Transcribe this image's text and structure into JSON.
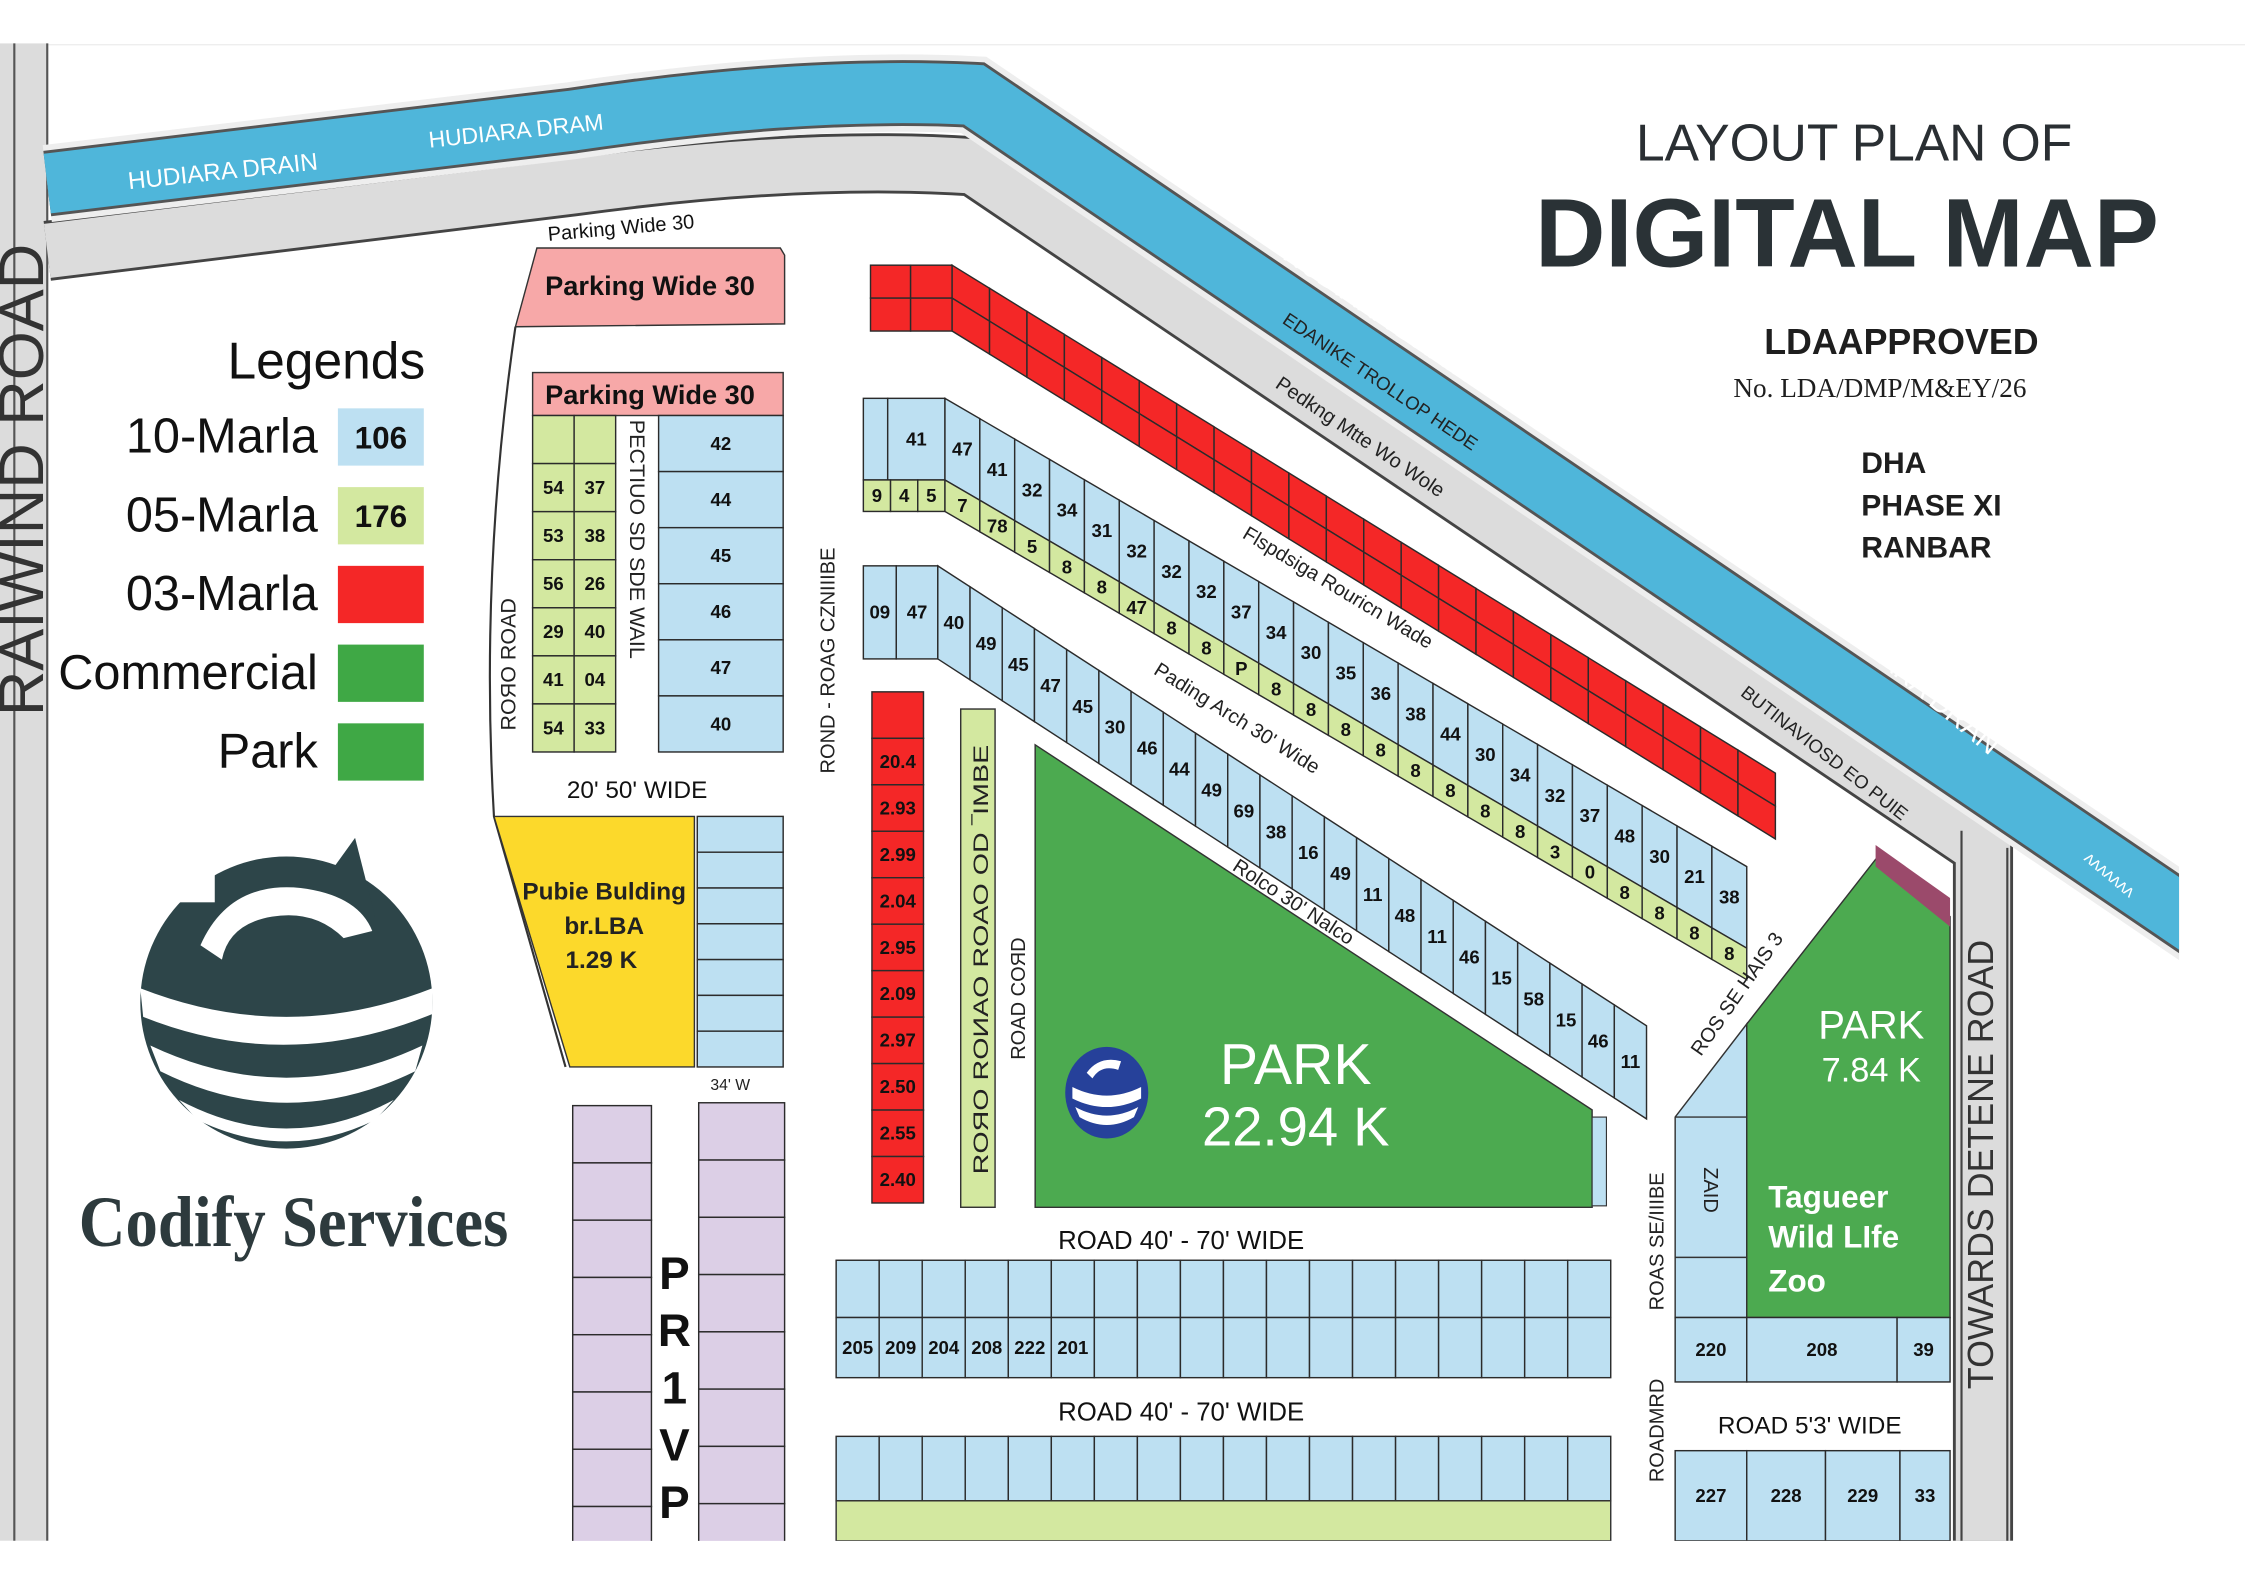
{
  "title": {
    "line1": "LAYOUT PLAN OF",
    "line2": "DIGITAL MAP",
    "approval": "LDAAPPROVED",
    "approval_no": "No. LDA/DMP/M&EY/26",
    "location": [
      "DHA",
      "PHASE XI",
      "RANBAR"
    ]
  },
  "legend": {
    "heading": "Legends",
    "items": [
      {
        "label": "10-Marla",
        "count": "106",
        "color": "#bde0f2"
      },
      {
        "label": "05-Marla",
        "count": "176",
        "color": "#d3e8a0"
      },
      {
        "label": "03-Marla",
        "count": "",
        "color": "#f42727"
      },
      {
        "label": "Commercial",
        "count": "",
        "color": "#3fa845"
      },
      {
        "label": "Park",
        "count": "",
        "color": "#3fa845"
      }
    ]
  },
  "brand": {
    "name": "Codify Services"
  },
  "colors": {
    "drain": "#4fb6da",
    "road": "#dcdcdc",
    "plot_10_marla": "#bde0f2",
    "plot_05_marla": "#d3e8a0",
    "plot_03_marla": "#f42727",
    "park": "#4caa50",
    "parking": "#f7a8a8",
    "public_building": "#fcd92b",
    "private": "#dccfe6",
    "boundary_strip": "#9b4a6b"
  },
  "roads": {
    "raiwind": "RAIWIND ROAD",
    "towards": "TOWARDS DETENE ROAD",
    "drain_labels": [
      "HUDIARA DRAIN",
      "HUDIARA DRAM",
      "HUDIARA DRAIN",
      "H UARA DRAN",
      "ᴧᴧᴧᴧᴧᴧᴧ"
    ],
    "parking_wide_top": "Parking Wide 30",
    "road_labels": {
      "r1": "EDANIKE TROLLOP HEDE",
      "r2": "Pedkng Mtte Wo Wole",
      "r3": "Flspdsiga Rouricn Wade",
      "r4": "Pading Arch 30' Wide",
      "r5": "Rolco 30' Nalco",
      "r6": "BUTINAVIOSD EO PUIE",
      "r7": "ROS SE HAIS 3",
      "left_road": "ROЯO ROAD",
      "left_mid": "PECTIUO SD SDE WAIL",
      "wide_50": "20'   50' WIDE",
      "w34": "34' W",
      "center_v": "ROND - ROAG CZNIIIBE",
      "green_v": "ROЯO ROИAO ROAO OD ‾IMBE",
      "road_cord": "ROAD COЯD",
      "road_40_70_a": "ROAD  40' - 70' WIDE",
      "road_40_70_b": "ROAD 40' - 70' WIDE",
      "right_v1": "ROAS SE/IIIBE",
      "right_v2": "ROADMRD",
      "road_53": "ROAD  5'3' WIDE"
    }
  },
  "blocks": {
    "parking_top": "Parking Wide 30",
    "parking_second": "Parking Wide 30",
    "left_green": [
      [
        "",
        ""
      ],
      [
        "54",
        "37"
      ],
      [
        "53",
        "38"
      ],
      [
        "56",
        "26"
      ],
      [
        "29",
        "40"
      ],
      [
        "41",
        "04"
      ],
      [
        "54",
        "33"
      ]
    ],
    "left_blue": [
      "42",
      "44",
      "45",
      "46",
      "47",
      "40"
    ],
    "public_building": {
      "line1": "Pubie Bulding",
      "line2": "br.LBA",
      "area": "1.29 K"
    },
    "private_letters": [
      "P",
      "R",
      "1",
      "V",
      "P"
    ],
    "red_column": [
      "",
      "20.4",
      "2.93",
      "2.99",
      "2.04",
      "2.95",
      "2.09",
      "2.97",
      "2.50",
      "2.55",
      "2.40"
    ],
    "park_main": {
      "label": "PARK",
      "area": "22.94 K"
    },
    "park_right": {
      "label": "PARK",
      "area": "7.84 K",
      "name1": "Tagueer",
      "name2": "Wild LIfe",
      "name3": "Zoo"
    },
    "strip1_head_blue": [
      "",
      "41"
    ],
    "strip1_head_green": [
      "9",
      "4",
      "5"
    ],
    "strip1_blue": [
      "47",
      "41",
      "32",
      "34",
      "31",
      "32",
      "32",
      "32",
      "37",
      "34",
      "30",
      "35",
      "36",
      "38",
      "44",
      "30",
      "34",
      "32",
      "37",
      "48",
      "30",
      "21",
      "38"
    ],
    "strip1_green": [
      "7",
      "78",
      "5",
      "8",
      "8",
      "47",
      "8",
      "8",
      "P",
      "8",
      "8",
      "8",
      "8",
      "8",
      "8",
      "8",
      "8",
      "3",
      "0",
      "8",
      "8",
      "8",
      "8"
    ],
    "strip2_head": [
      "09",
      "47"
    ],
    "strip2_blue": [
      "40",
      "49",
      "45",
      "47",
      "45",
      "30",
      "46",
      "44",
      "49",
      "69",
      "38",
      "16",
      "49",
      "11",
      "48",
      "11",
      "46",
      "15",
      "58",
      "15",
      "46",
      "11"
    ],
    "row_205": [
      "205",
      "209",
      "204",
      "208",
      "222",
      "201",
      "",
      "",
      "",
      "",
      "",
      "",
      "",
      "",
      "",
      "",
      "",
      ""
    ],
    "right_zaid": "ZAID",
    "right_row": [
      "220",
      "208",
      "39"
    ],
    "bottom_row": [
      "227",
      "228",
      "229",
      "33"
    ]
  }
}
